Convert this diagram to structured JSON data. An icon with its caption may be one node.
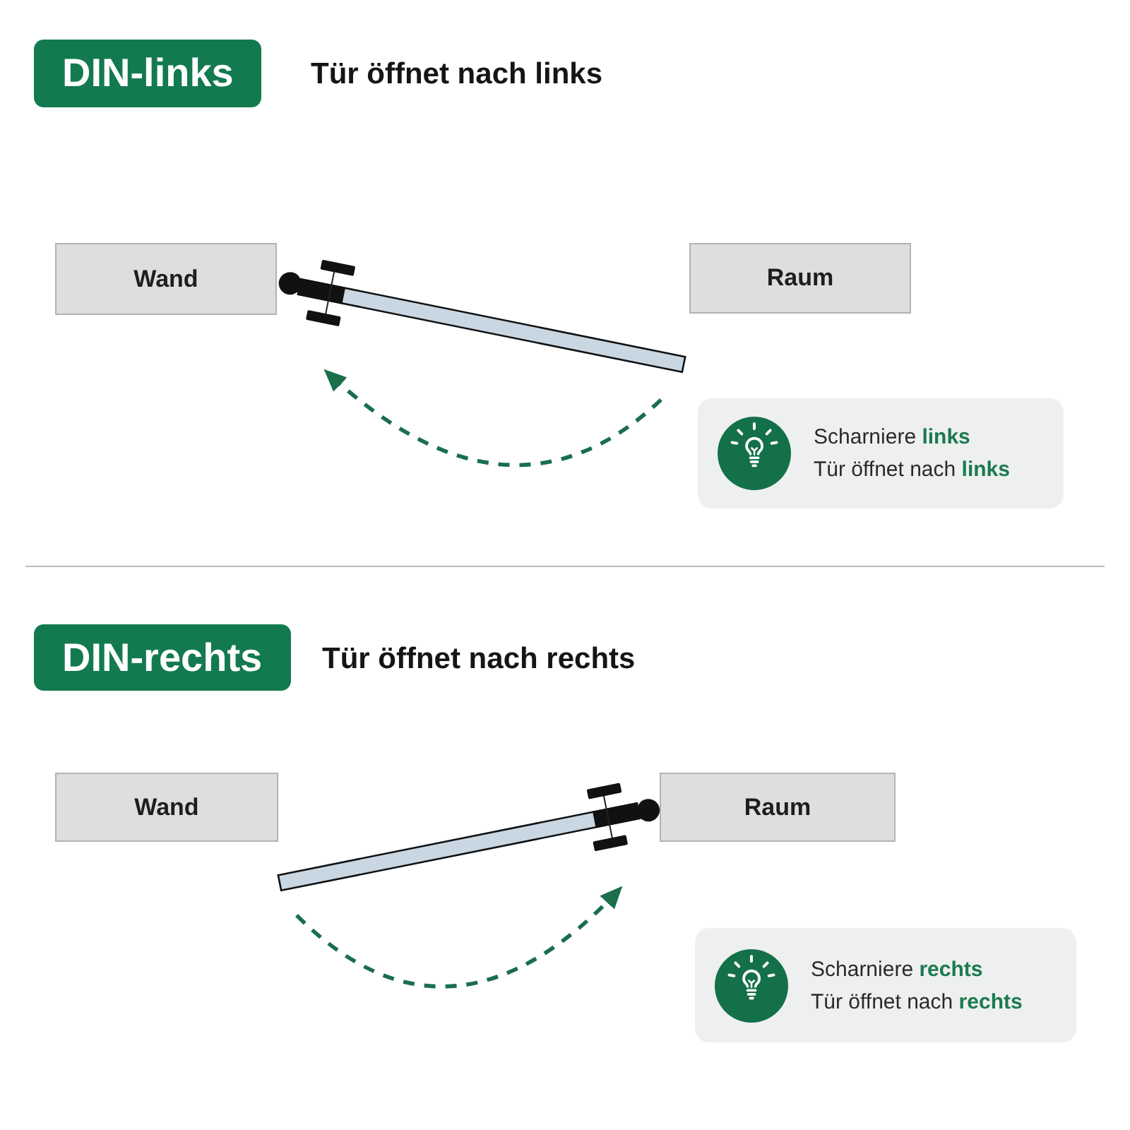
{
  "diagram": {
    "nodes": [
      {
        "text": [
          "DIN-links"
        ],
        "beside": [
          "Tür öffnet nach links"
        ]
      },
      {
        "text": [
          "Wand"
        ]
      },
      {
        "text": [
          "Raum"
        ]
      },
      {
        "text": [
          "Scharniere **links**",
          "Tür öffnet nach **links**"
        ]
      },
      {
        "text": [
          "DIN-rechts"
        ],
        "beside": [
          "Tür öffnet nach rechts"
        ]
      },
      {
        "text": [
          "Wand"
        ]
      },
      {
        "text": [
          "Raum"
        ]
      },
      {
        "text": [
          "Scharniere **rechts**",
          "Tür öffnet nach **rechts**"
        ]
      }
    ]
  }
}
